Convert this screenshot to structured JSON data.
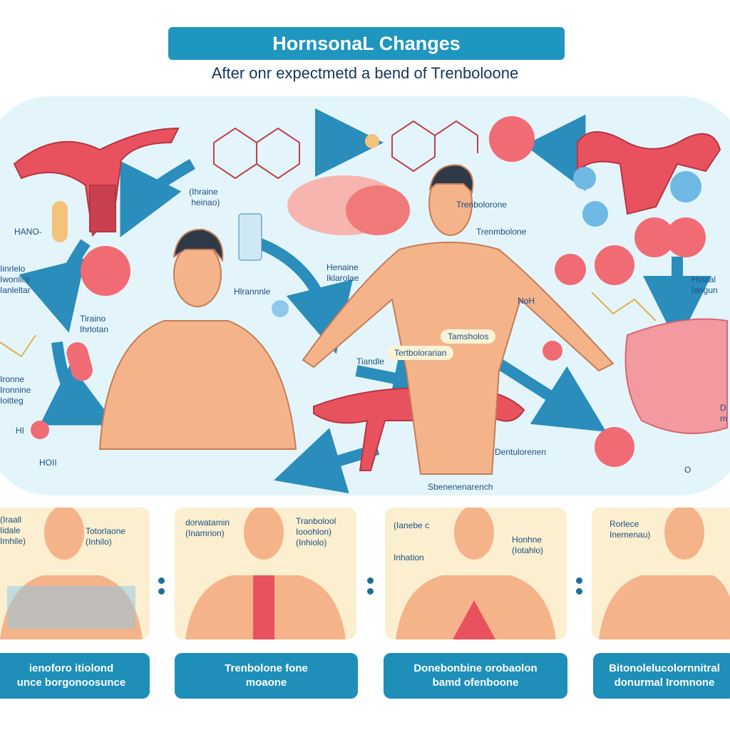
{
  "header": {
    "title": "HornsonaL Changes",
    "subtitle": "After onr expectmetd a bend of Trenboloone"
  },
  "labels": {
    "l1": "(Ihraine\n heinao)",
    "l2": "HANO-",
    "l3": "Iinrlelo\nIwonllo)\nIanleltar",
    "l4": "Tiraino\nIhrlotan",
    "l5": "Ironne\nIronnine\nIoitteg",
    "l6": "HI",
    "l7": "HOII",
    "l8": "Hlrannnle",
    "l9": "Henaine\nIklarolae",
    "l10": "Trenbolorone",
    "l11": "Trenmbolone",
    "l12": "Tiandle",
    "l13": "Tamsholos",
    "l14": "Tertbolorarian",
    "l15": "NoH",
    "l16": "Hinaal\nIangun",
    "l17": "Dentulorenen",
    "l18": "Sbenenenarench",
    "l19": "D\nm",
    "l20": "O"
  },
  "panels": [
    {
      "left": "(Iraall\nIidale\nImhile)",
      "right": "Totorlaone\n(Inhilo)",
      "caption": "ienoforo itiolond\nunce borgonoosunce"
    },
    {
      "left": "dorwatamin\n(Inamrion)",
      "right": "Tranbolool\nIooohlon)\n(Inhiolo)",
      "caption": "Trenbolone fone\nmoaone"
    },
    {
      "left": "(Ianebe c\n\n\nInhation",
      "right": "Honhne\n(Iotahlo)",
      "caption": "Donebonbine orobaolon\nbamd ofenboone"
    },
    {
      "left": "Rorlece\nInemenau)",
      "right": "",
      "caption": "Bitonolelucolornnitral\ndonurmal Iromnone"
    }
  ],
  "colors": {
    "accent": "#1e96bf",
    "arrow": "#2a8dbb",
    "organ": "#e8525e",
    "skin": "#f5b38a",
    "pill": "#f2c47a"
  }
}
